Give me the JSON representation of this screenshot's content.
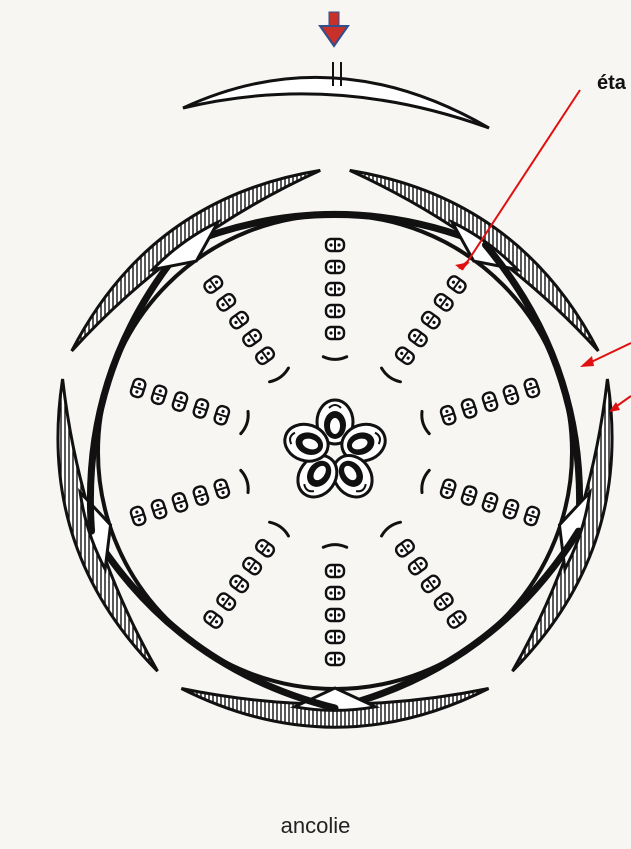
{
  "diagram": {
    "caption": "ancolie",
    "partial_label": "éta",
    "colors": {
      "ink": "#111111",
      "annotation_arrow": "#e01010",
      "pointer_fill": "#c8302a",
      "pointer_outline": "#2f4f8f",
      "background": "#f7f6f3"
    },
    "counts": {
      "sepals": 5,
      "petals": 5,
      "stamen_rows": 10,
      "carpels": 5
    }
  }
}
